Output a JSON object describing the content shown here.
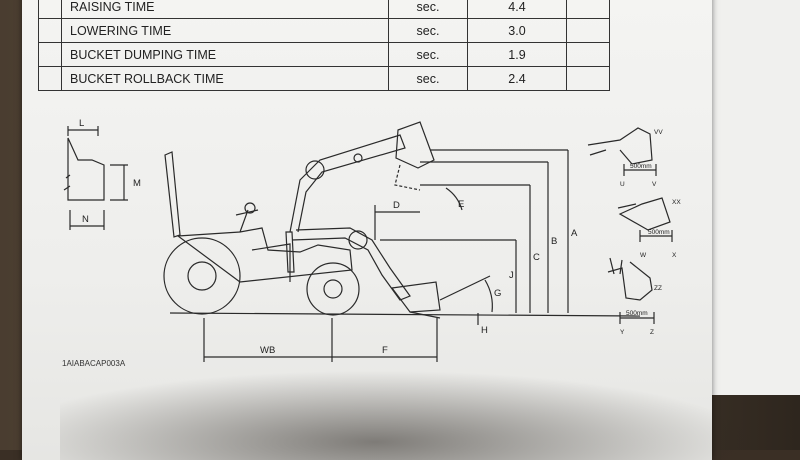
{
  "table": {
    "rows": [
      {
        "label": "RAISING TIME",
        "unit": "sec.",
        "value": "4.4"
      },
      {
        "label": "LOWERING TIME",
        "unit": "sec.",
        "value": "3.0"
      },
      {
        "label": "BUCKET DUMPING TIME",
        "unit": "sec.",
        "value": "1.9"
      },
      {
        "label": "BUCKET ROLLBACK TIME",
        "unit": "sec.",
        "value": "2.4"
      }
    ]
  },
  "diagram": {
    "dims": {
      "L": "L",
      "M": "M",
      "N": "N",
      "D": "D",
      "E": "E",
      "A": "A",
      "B": "B",
      "C": "C",
      "J": "J",
      "G": "G",
      "H": "H",
      "WB": "WB",
      "F": "F"
    },
    "insets": {
      "vv": "VV",
      "u": "U",
      "v": "V",
      "xx": "XX",
      "w": "W",
      "x": "X",
      "zz": "ZZ",
      "y": "Y",
      "z": "Z",
      "scale": "500mm"
    },
    "code": "1AIABACAP003A"
  }
}
